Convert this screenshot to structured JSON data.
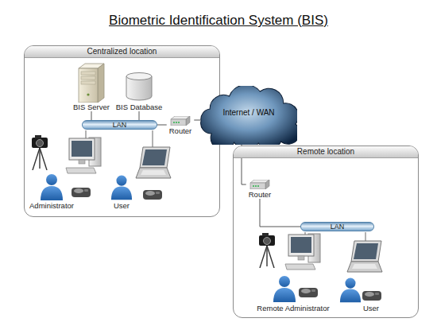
{
  "diagram": {
    "title": "Biometric Identification System (BIS)",
    "nodes": [
      {
        "text": [
          "Centralized location"
        ]
      },
      {
        "text": [
          "BIS Server"
        ],
        "in": 0
      },
      {
        "text": [
          "BIS Database"
        ],
        "in": 0
      },
      {
        "text": [
          "LAN"
        ],
        "in": 0
      },
      {
        "text": [
          "Router"
        ],
        "in": 0
      },
      {
        "text": [
          "Internet / WAN"
        ]
      },
      {
        "text": [
          "Remote location"
        ]
      },
      {
        "text": [
          "Router"
        ],
        "in": 6
      },
      {
        "text": [
          "LAN"
        ],
        "in": 6
      }
    ],
    "edges": [
      {
        "from": 1,
        "to": 3,
        "arrow": "none"
      },
      {
        "from": 2,
        "to": 3,
        "arrow": "none"
      },
      {
        "from": 3,
        "to": 4,
        "arrow": "none"
      },
      {
        "from": 4,
        "to": 5,
        "arrow": "none"
      },
      {
        "from": 5,
        "to": 7,
        "arrow": "none"
      },
      {
        "from": 7,
        "to": 8,
        "arrow": "none"
      }
    ],
    "labels": [
      "Administrator",
      "User",
      "Remote Administrator",
      "User"
    ]
  }
}
